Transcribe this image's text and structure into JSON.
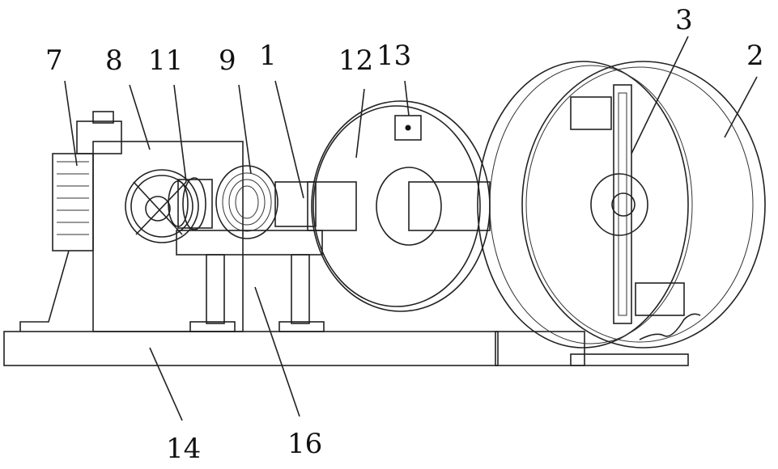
{
  "figure": {
    "labels": {
      "motor": "7",
      "housing": "8",
      "coupling": "11",
      "gear": "9",
      "shaft": "1",
      "disc": "12",
      "marker": "13",
      "arm": "3",
      "wheel": "2",
      "base": "14",
      "support": "16"
    }
  }
}
